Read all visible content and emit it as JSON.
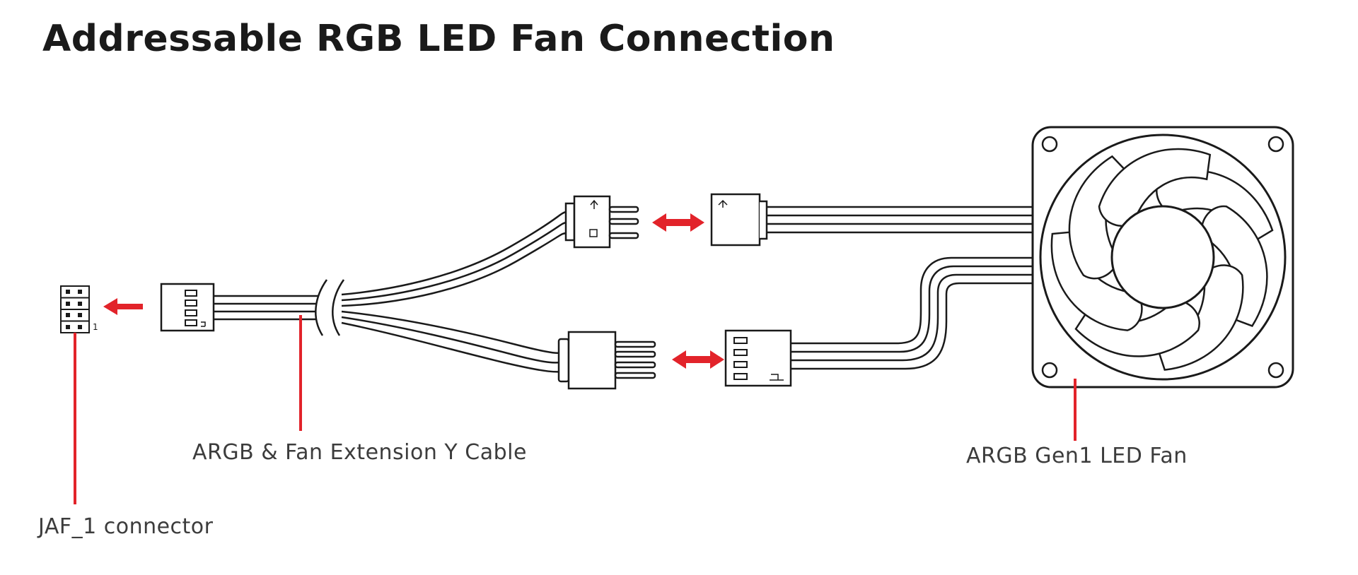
{
  "title": "Addressable RGB LED Fan Connection",
  "labels": {
    "y_cable": "ARGB & Fan Extension Y Cable",
    "fan": "ARGB Gen1 LED Fan",
    "header": "JAF_1 connector"
  },
  "pin1_marker": "1",
  "colors": {
    "accent_red": "#e2232a",
    "line": "#1a1a1a",
    "text": "#3c3c3c"
  }
}
